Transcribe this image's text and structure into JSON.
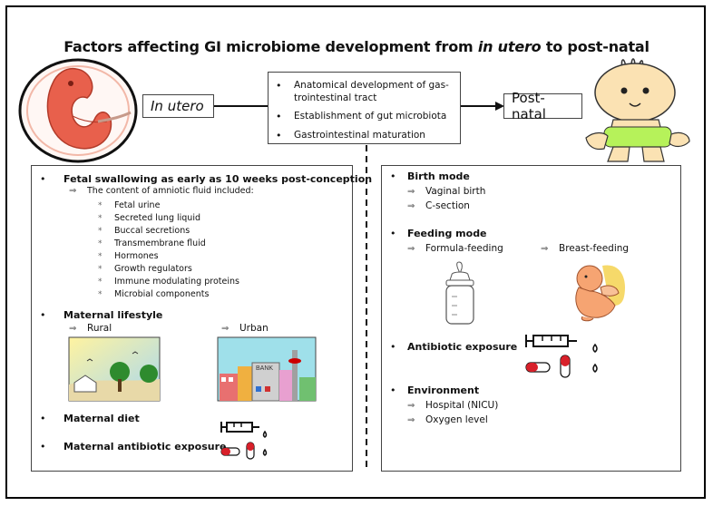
{
  "title": {
    "prefix": "Factors affecting GI microbiome development from ",
    "italic": "in utero",
    "suffix": " to post-natal"
  },
  "in_utero_label": "In utero",
  "postnatal_label": "Post-natal",
  "central_items": [
    "Anatomical development of gas-trointestinal tract",
    "Establishment of gut microbiota",
    "Gastrointestinal maturation"
  ],
  "left": {
    "fetal_heading": "Fetal swallowing as early as 10 weeks post-conception",
    "amniotic_intro": "The content of amniotic fluid included:",
    "amniotic_items": [
      "Fetal urine",
      "Secreted lung liquid",
      "Buccal secretions",
      "Transmembrane fluid",
      "Hormones",
      "Growth regulators",
      "Immune modulating proteins",
      "Microbial components"
    ],
    "lifestyle_heading": "Maternal lifestyle",
    "rural": "Rural",
    "urban": "Urban",
    "bank_sign": "BANK",
    "diet_heading": "Maternal diet",
    "antibiotic_heading": "Maternal antibiotic exposure"
  },
  "right": {
    "birth_heading": "Birth mode",
    "birth_items": [
      "Vaginal birth",
      "C-section"
    ],
    "feeding_heading": "Feeding mode",
    "formula": "Formula-feeding",
    "breast": "Breast-feeding",
    "antibiotic_heading": "Antibiotic exposure",
    "environment_heading": "Environment",
    "environment_items": [
      "Hospital (NICU)",
      "Oxygen level"
    ]
  },
  "symbols": {
    "bullet": "•",
    "arrow": "⇒",
    "star": "*"
  },
  "colors": {
    "embryo": "#e8604c",
    "embryo_outline": "#b23b2a",
    "baby_skin": "#fbe2b3",
    "diaper": "#b6f25a",
    "pill_red": "#d8202a"
  }
}
